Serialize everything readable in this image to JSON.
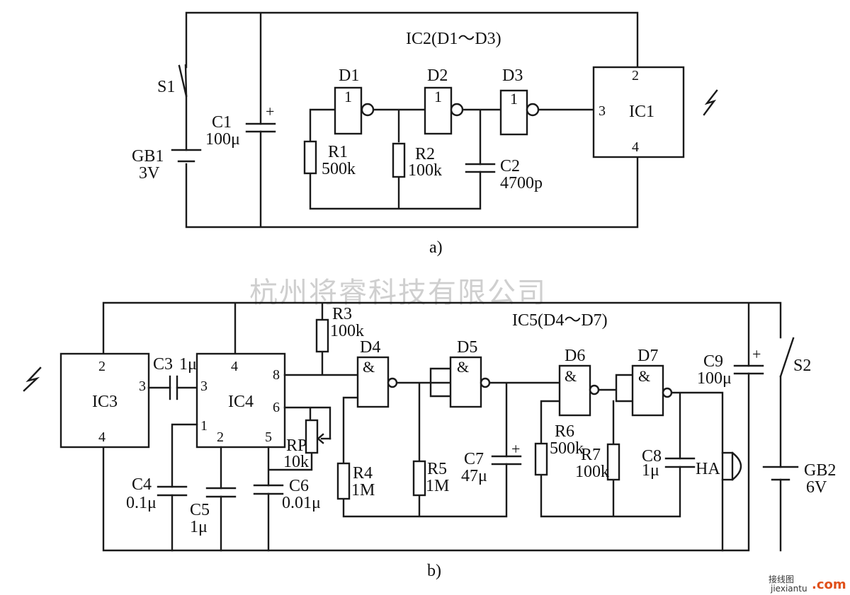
{
  "watermark": "杭州将睿科技有限公司",
  "footer_logo": {
    "cn": "接线图",
    "site": "jiexiantu",
    "com": ".com"
  },
  "circuit_a": {
    "caption": "a)",
    "ic_group": "IC2(D1～D3)",
    "switch": "S1",
    "battery": {
      "name": "GB1",
      "value": "3V"
    },
    "c1": {
      "name": "C1",
      "value": "100μ"
    },
    "r1": {
      "name": "R1",
      "value": "500k"
    },
    "r2": {
      "name": "R2",
      "value": "100k"
    },
    "c2": {
      "name": "C2",
      "value": "4700p"
    },
    "gates": [
      {
        "name": "D1",
        "symbol": "1"
      },
      {
        "name": "D2",
        "symbol": "1"
      },
      {
        "name": "D3",
        "symbol": "1"
      }
    ],
    "ic1": {
      "name": "IC1",
      "pins": [
        "2",
        "3",
        "4"
      ]
    },
    "plus": "+"
  },
  "circuit_b": {
    "caption": "b)",
    "ic_group": "IC5(D4～D7)",
    "ic3": {
      "name": "IC3",
      "pins": [
        "2",
        "3",
        "4"
      ]
    },
    "ic4": {
      "name": "IC4",
      "pins": [
        "4",
        "3",
        "8",
        "6",
        "1",
        "2",
        "5"
      ]
    },
    "c3": {
      "name": "C3",
      "value": "1μ"
    },
    "r3": {
      "name": "R3",
      "value": "100k"
    },
    "rp": {
      "name": "RP",
      "value": "10k"
    },
    "c4": {
      "name": "C4",
      "value": "0.1μ"
    },
    "c5": {
      "name": "C5",
      "value": "1μ"
    },
    "c6": {
      "name": "C6",
      "value": "0.01μ"
    },
    "r4": {
      "name": "R4",
      "value": "1M"
    },
    "r5": {
      "name": "R5",
      "value": "1M"
    },
    "c7": {
      "name": "C7",
      "value": "47μ"
    },
    "r6": {
      "name": "R6",
      "value": "500k"
    },
    "r7": {
      "name": "R7",
      "value": "100k"
    },
    "c8": {
      "name": "C8",
      "value": "1μ"
    },
    "buzzer": "HA",
    "c9": {
      "name": "C9",
      "value": "100μ"
    },
    "switch": "S2",
    "battery": {
      "name": "GB2",
      "value": "6V"
    },
    "gates": [
      {
        "name": "D4",
        "symbol": "&"
      },
      {
        "name": "D5",
        "symbol": "&"
      },
      {
        "name": "D6",
        "symbol": "&"
      },
      {
        "name": "D7",
        "symbol": "&"
      }
    ],
    "plus": "+"
  }
}
